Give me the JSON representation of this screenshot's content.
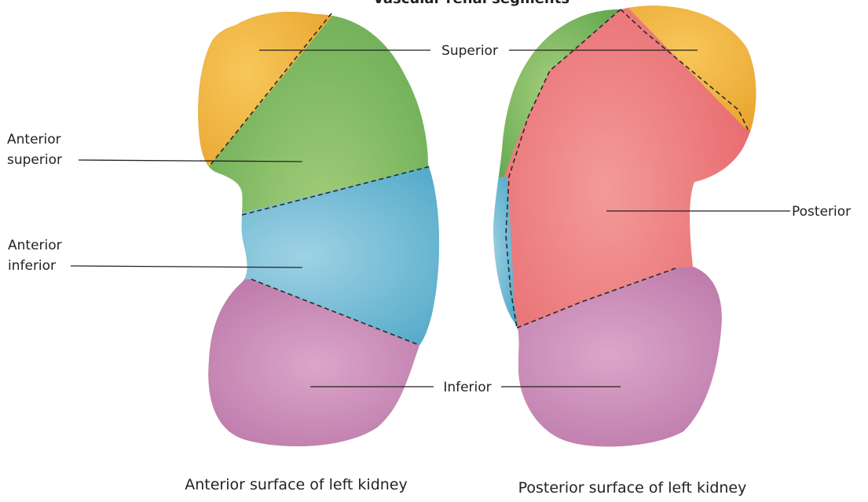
{
  "figure": {
    "title_partial": "Vascular renal segments",
    "labels": {
      "superior": "Superior",
      "anterior_superior_line1": "Anterior",
      "anterior_superior_line2": "superior",
      "anterior_inferior_line1": "Anterior",
      "anterior_inferior_line2": "inferior",
      "inferior": "Inferior",
      "posterior": "Posterior"
    },
    "captions": {
      "anterior": "Anterior surface of left kidney",
      "posterior": "Posterior surface of left kidney"
    }
  },
  "segments": [
    {
      "name": "Superior",
      "color": "#f0b440"
    },
    {
      "name": "Anterior superior",
      "color": "#7cb85a"
    },
    {
      "name": "Anterior inferior",
      "color": "#6fb9d4"
    },
    {
      "name": "Inferior",
      "color": "#c987b3"
    },
    {
      "name": "Posterior",
      "color": "#ee7878"
    }
  ]
}
